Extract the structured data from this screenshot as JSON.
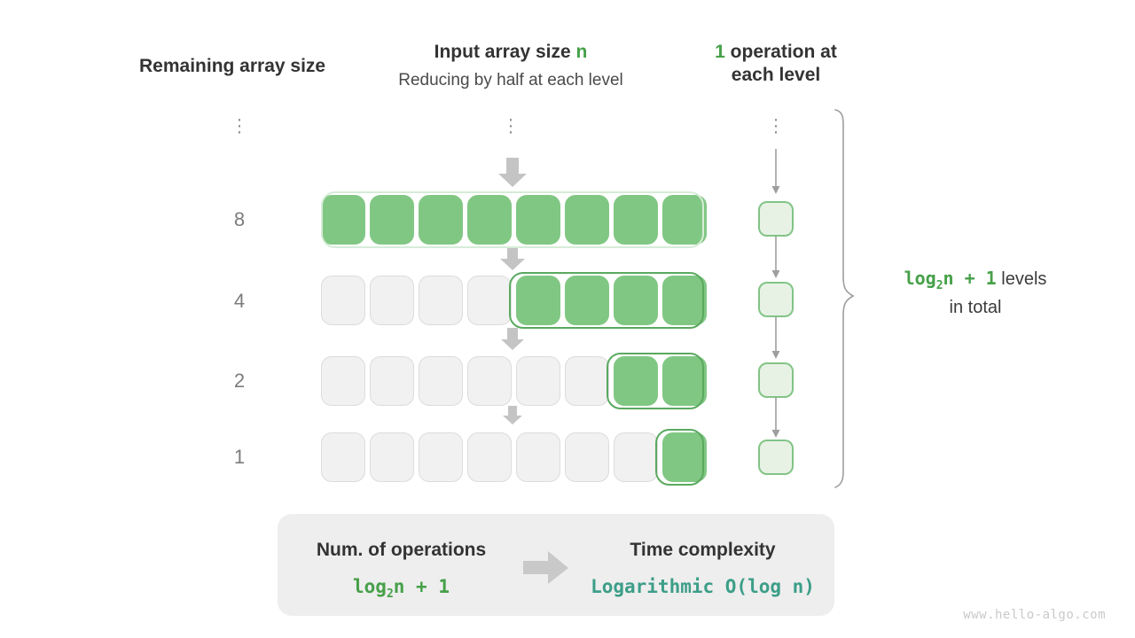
{
  "headers": {
    "remaining": {
      "title": "Remaining array size"
    },
    "input": {
      "title_prefix": "Input array size ",
      "title_accent": "n",
      "subtitle": "Reducing by half at each level"
    },
    "operations": {
      "title_accent": "1",
      "title_rest": " operation at each level"
    }
  },
  "ellipsis_glyph": "·",
  "levels": [
    {
      "label": "8",
      "total_cells": 8,
      "filled": 8,
      "ops": 1
    },
    {
      "label": "4",
      "total_cells": 8,
      "filled": 4,
      "ops": 1
    },
    {
      "label": "2",
      "total_cells": 8,
      "filled": 2,
      "ops": 1
    },
    {
      "label": "1",
      "total_cells": 8,
      "filled": 1,
      "ops": 1
    }
  ],
  "brace": {
    "expr": "log",
    "expr_sub": "2",
    "expr_rest": "n + 1",
    "line1_suffix": "levels",
    "line2": "in total"
  },
  "summary": {
    "left_title": "Num. of operations",
    "left_value_expr": "log",
    "left_value_sub": "2",
    "left_value_rest": "n + 1",
    "right_title": "Time complexity",
    "right_value": "Logarithmic  O(log n)"
  },
  "watermark": "www.hello-algo.com",
  "colors": {
    "green_accent": "#46a049",
    "cell_fill": "#81c784",
    "cell_outline": "#5aa95f",
    "op_fill": "#e7f2e5",
    "teal": "#3c9e88",
    "gray_arrow": "#c4c4c4",
    "panel_bg": "#eeeeee"
  },
  "chart_data": {
    "type": "diagram",
    "title": "Binary search / logarithmic time complexity",
    "levels": [
      {
        "remaining_array_size": 8,
        "operations": 1
      },
      {
        "remaining_array_size": 4,
        "operations": 1
      },
      {
        "remaining_array_size": 2,
        "operations": 1
      },
      {
        "remaining_array_size": 1,
        "operations": 1
      }
    ],
    "total_levels": "log2(n) + 1",
    "total_operations": "log2(n) + 1",
    "complexity": "O(log n)"
  }
}
